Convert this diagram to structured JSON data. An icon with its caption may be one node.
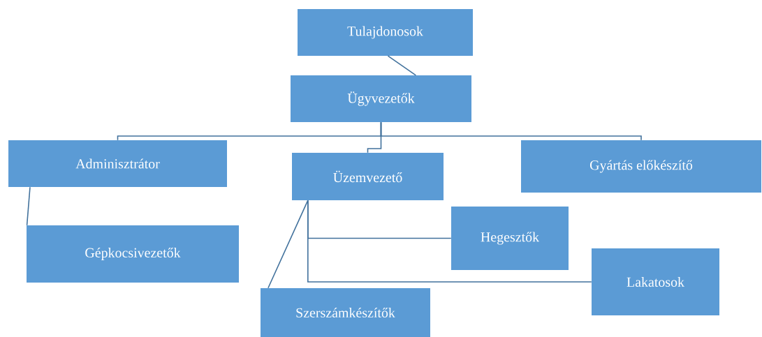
{
  "diagram": {
    "nodes": [
      {
        "text": [
          "Tulajdonosok"
        ]
      },
      {
        "text": [
          "Ügyvezetők"
        ]
      },
      {
        "text": [
          "Adminisztrátor"
        ]
      },
      {
        "text": [
          "Üzemvezető"
        ]
      },
      {
        "text": [
          "Gyártás előkészítő"
        ]
      },
      {
        "text": [
          "Gépkocsivezetők"
        ]
      },
      {
        "text": [
          "Hegesztők"
        ]
      },
      {
        "text": [
          "Lakatosok"
        ]
      },
      {
        "text": [
          "Szerszámkészítők"
        ]
      }
    ],
    "edges": [
      {
        "from": 0,
        "to": 1,
        "arrow": "none"
      },
      {
        "from": 1,
        "to": 2,
        "arrow": "none"
      },
      {
        "from": 1,
        "to": 3,
        "arrow": "none"
      },
      {
        "from": 1,
        "to": 4,
        "arrow": "none"
      },
      {
        "from": 2,
        "to": 5,
        "arrow": "none"
      },
      {
        "from": 3,
        "to": 6,
        "arrow": "none"
      },
      {
        "from": 3,
        "to": 7,
        "arrow": "none"
      },
      {
        "from": 3,
        "to": 8,
        "arrow": "none"
      }
    ]
  }
}
